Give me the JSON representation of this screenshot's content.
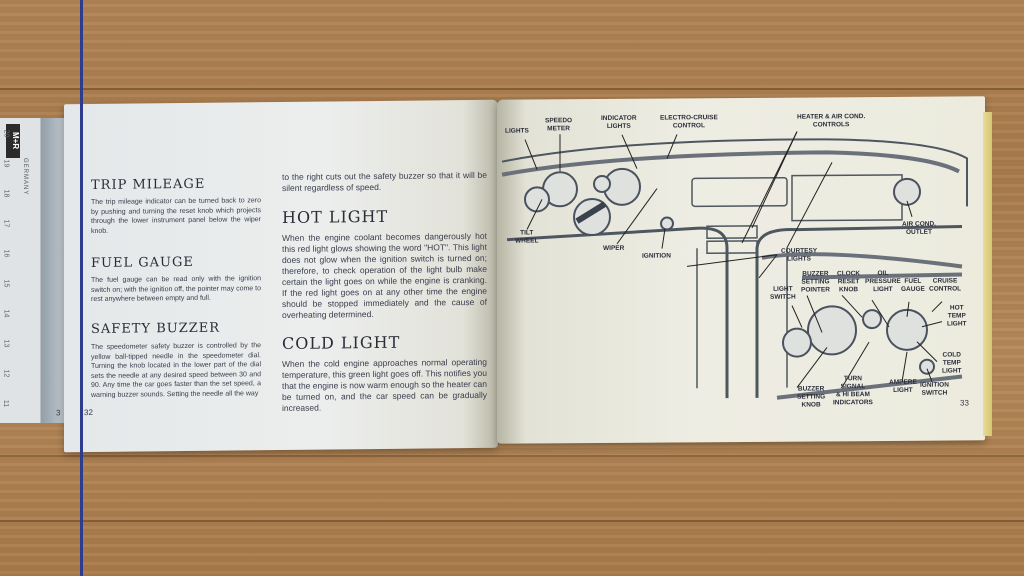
{
  "scene": {
    "description": "Open vintage car owner's manual on wooden table"
  },
  "ruler": {
    "brand": "M+R",
    "country": "GERMANY",
    "ticks": [
      "20",
      "19",
      "18",
      "17",
      "16",
      "15",
      "14",
      "13",
      "12",
      "11"
    ]
  },
  "left_page": {
    "page_number_outer": "3",
    "page_number": "32",
    "sections": [
      {
        "title": "TRIP MILEAGE",
        "body": "The trip mileage indicator can be turned back to zero by pushing and turning the reset knob which projects through the lower instrument panel below the wiper knob."
      },
      {
        "title": "FUEL GAUGE",
        "body": "The fuel gauge can be read only with the ignition switch on; with the ignition off, the pointer may come to rest anywhere between empty and full."
      },
      {
        "title": "SAFETY BUZZER",
        "body": "The speedometer safety buzzer is controlled by the yellow ball-tipped needle in the speedometer dial. Turning the knob located in the lower part of the dial sets the needle at any desired speed between 30 and 90. Any time the car goes faster than the set speed, a warning buzzer sounds. Setting the needle all the way"
      }
    ],
    "continuation": "to the right cuts out the safety buzzer so that it will be silent regardless of speed.",
    "sections_col2": [
      {
        "title": "HOT LIGHT",
        "body": "When the engine coolant becomes dangerously hot this red light glows showing the word \"HOT\". This light does not glow when the ignition switch is turned on; therefore, to check operation of the light bulb make certain the light goes on while the engine is cranking. If the red light goes on at any other time the engine should be stopped immediately and the cause of overheating determined."
      },
      {
        "title": "COLD LIGHT",
        "body": "When the cold engine approaches normal operating temperature, this green light goes off. This notifies you that the engine is now warm enough so the heater can be turned on, and the car speed can be gradually increased."
      }
    ]
  },
  "right_page": {
    "page_number": "33",
    "diagram_labels": {
      "lights": "LIGHTS",
      "speedo": "SPEEDO\nMETER",
      "indicator": "INDICATOR\nLIGHTS",
      "cruise": "ELECTRO-CRUISE\nCONTROL",
      "heater": "HEATER & AIR COND.\nCONTROLS",
      "tilt": "TILT\nWHEEL",
      "wiper": "WIPER",
      "ignition": "IGNITION",
      "courtesy": "COURTESY\nLIGHTS",
      "outlet": "AIR COND.\nOUTLET",
      "light_switch": "LIGHT\nSWITCH",
      "buzzer_pointer": "BUZZER\nSETTING\nPOINTER",
      "clock": "CLOCK\nRESET\nKNOB",
      "oil": "OIL\nPRESSURE\nLIGHT",
      "fuel": "FUEL\nGAUGE",
      "cruise2": "CRUISE\nCONTROL",
      "hot": "HOT\nTEMP\nLIGHT",
      "cold": "COLD\nTEMP\nLIGHT",
      "buzzer_knob": "BUZZER\nSETTING\nKNOB",
      "turn": "TURN\nSIGNAL\n& HI BEAM\nINDICATORS",
      "ampere": "AMPERE\nLIGHT",
      "ign_switch": "IGNITION\nSWITCH"
    }
  }
}
